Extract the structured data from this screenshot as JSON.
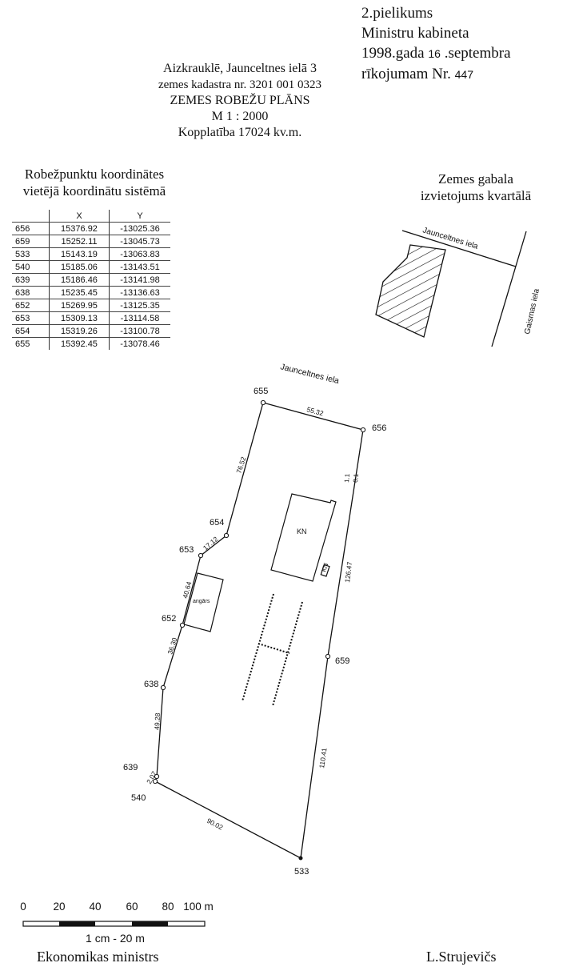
{
  "annex": {
    "line1": "2.pielikums",
    "line2": "Ministru kabineta",
    "line3_prefix": "1998.gada ",
    "line3_day": "16",
    "line3_suffix": " .septembra",
    "line4_prefix": "rīkojumam Nr. ",
    "line4_number": "447"
  },
  "header": {
    "address": "Aizkrauklē, Jaunceltnes ielā 3",
    "cadastre": "zemes kadastra nr. 3201 001 0323",
    "title": "ZEMES ROBEŽU PLĀNS",
    "scale": "M 1 : 2000",
    "area": "Kopplatība 17024 kv.m."
  },
  "coordinates_table": {
    "title_line1": "Robežpunktu koordinātes",
    "title_line2": "vietējā koordinātu sistēmā",
    "columns": [
      "",
      "X",
      "Y"
    ],
    "rows": [
      [
        "656",
        "15376.92",
        "-13025.36"
      ],
      [
        "659",
        "15252.11",
        "-13045.73"
      ],
      [
        "533",
        "15143.19",
        "-13063.83"
      ],
      [
        "540",
        "15185.06",
        "-13143.51"
      ],
      [
        "639",
        "15186.46",
        "-13141.98"
      ],
      [
        "638",
        "15235.45",
        "-13136.63"
      ],
      [
        "652",
        "15269.95",
        "-13125.35"
      ],
      [
        "653",
        "15309.13",
        "-13114.58"
      ],
      [
        "654",
        "15319.26",
        "-13100.78"
      ],
      [
        "655",
        "15392.45",
        "-13078.46"
      ]
    ]
  },
  "inset": {
    "title_line1": "Zemes gabala",
    "title_line2": "izvietojums kvartālā",
    "street1": "Jaunceltnes iela",
    "street2": "Gaismas iela"
  },
  "plan": {
    "street": "Jaunceltnes iela",
    "points": [
      "655",
      "656",
      "659",
      "533",
      "540",
      "639",
      "638",
      "652",
      "653",
      "654"
    ],
    "edges": [
      "55.32",
      "126.47",
      "110.41",
      "90.02",
      "2.07",
      "49.28",
      "36.30",
      "40.64",
      "17.12",
      "76.52"
    ],
    "offset_1": "1.1",
    "offset_2": "0.1",
    "building_main": "KN",
    "building_small": "KN",
    "building_hangar": "angārs"
  },
  "scale_bar": {
    "ticks": [
      "0",
      "20",
      "40",
      "60",
      "80",
      "100 m"
    ],
    "caption": "1 cm - 20 m"
  },
  "signature": {
    "role": "Ekonomikas ministrs",
    "name": "L.Strujevičs"
  }
}
